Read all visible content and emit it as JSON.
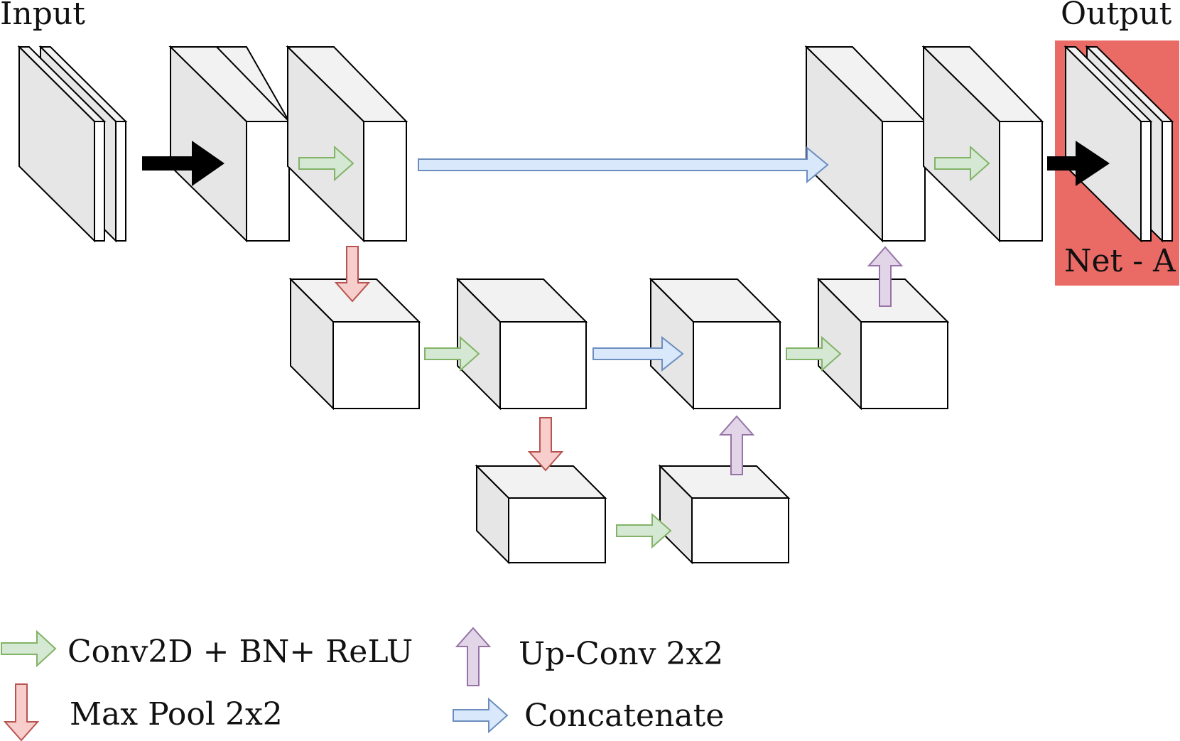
{
  "labels": {
    "input": "Input",
    "output": "Output",
    "net_badge": "Net - A"
  },
  "legend": {
    "conv": "Conv2D + BN+ ReLU",
    "maxpool": "Max Pool 2x2",
    "upconv": "Up-Conv 2x2",
    "concat": "Concatenate"
  },
  "colors": {
    "block_front": "#ffffff",
    "block_side": "#e6e6e6",
    "block_top": "#f2f2f2",
    "stroke": "#000000",
    "conv_fill": "#d5e8d4",
    "conv_stroke": "#82b366",
    "pool_fill": "#f8cecc",
    "pool_stroke": "#b85450",
    "upconv_fill": "#e1d5e7",
    "upconv_stroke": "#9673a6",
    "concat_fill": "#dae8fc",
    "concat_stroke": "#6c8ebf",
    "net_badge_bg": "#ea6b66",
    "flow_arrow": "#000000"
  }
}
